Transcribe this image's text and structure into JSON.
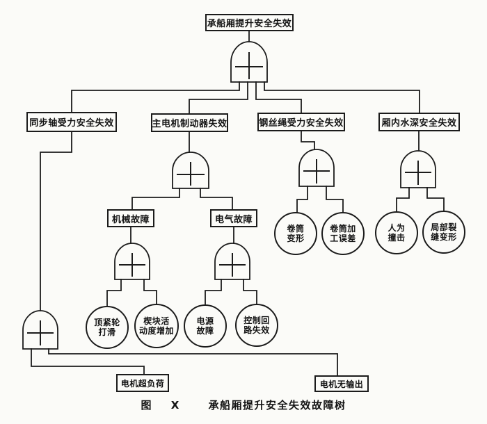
{
  "figure": {
    "caption_fig_word": "图",
    "caption_number": "X",
    "caption_title": "承船厢提升安全失效故障树"
  },
  "tree": {
    "gate_symbol": "+",
    "root": {
      "label": "承船厢提升安全失效"
    },
    "branches": {
      "sync_shaft": {
        "label": "同步轴受力安全失效"
      },
      "main_motor_brake": {
        "label": "主电机制动器失效"
      },
      "wire_rope": {
        "label": "钢丝绳受力安全失效"
      },
      "water_depth": {
        "label": "厢内水深安全失效"
      }
    },
    "intermediate": {
      "mechanical": {
        "label": "机械故障"
      },
      "electrical": {
        "label": "电气故障"
      }
    },
    "events": {
      "top_wheel_slip": {
        "line1": "顶紧轮",
        "line2": "打滑"
      },
      "wedge_mobility": {
        "line1": "楔块活",
        "line2": "动度增加"
      },
      "power_fault": {
        "line1": "电源",
        "line2": "故障"
      },
      "control_loop_fail": {
        "line1": "控制回",
        "line2": "路失效"
      },
      "drum_deform": {
        "line1": "卷筒",
        "line2": "变形"
      },
      "drum_machining_error": {
        "line1": "卷筒加",
        "line2": "工误差"
      },
      "human_impact": {
        "line1": "人为",
        "line2": "撞击"
      },
      "local_crack_deform": {
        "line1": "局部裂",
        "line2": "缝变形"
      }
    },
    "bottom_events": {
      "motor_overload": {
        "label": "电机超负荷"
      },
      "motor_no_output": {
        "label": "电机无输出"
      }
    }
  }
}
